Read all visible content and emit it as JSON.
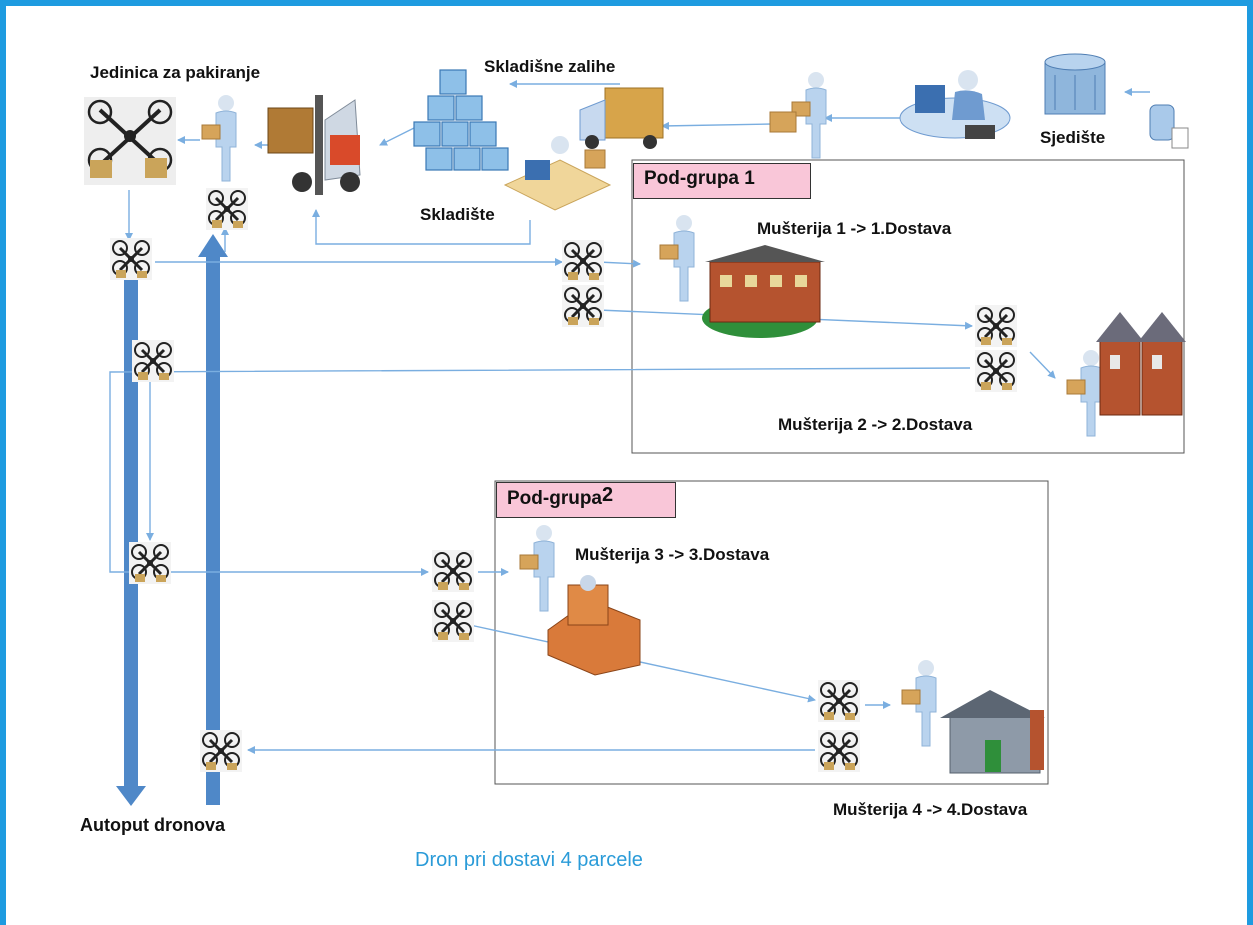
{
  "labels": {
    "packing_unit": "Jedinica za pakiranje",
    "warehouse_stock": "Skladišne zalihe",
    "warehouse": "Skladište",
    "headquarters": "Sjedište",
    "customer_1": "Mušterija 1 -> 1.Dostava",
    "customer_2": "Mušterija 2 -> 2.Dostava",
    "customer_3": "Mušterija 3 -> 3.Dostava",
    "customer_4": "Mušterija 4 -> 4.Dostava",
    "highway": "Autoput dronova"
  },
  "subgroups": [
    {
      "label": "Pod-grupa",
      "number": "1"
    },
    {
      "label": "Pod-grupa",
      "number": "2"
    }
  ],
  "caption": "Dron pri dostavi 4 parcele",
  "icons": [
    "drone-icon",
    "person-icon",
    "building-icon",
    "house-icon",
    "forklift-icon",
    "boxes-icon",
    "truck-icon",
    "computer-icon",
    "server-icon"
  ],
  "colors": {
    "frame": "#1e9be0",
    "arrow": "#7aaee0",
    "highway": "#4f88c8",
    "tag": "#f9c6d8",
    "caption": "#2a9bd8"
  }
}
